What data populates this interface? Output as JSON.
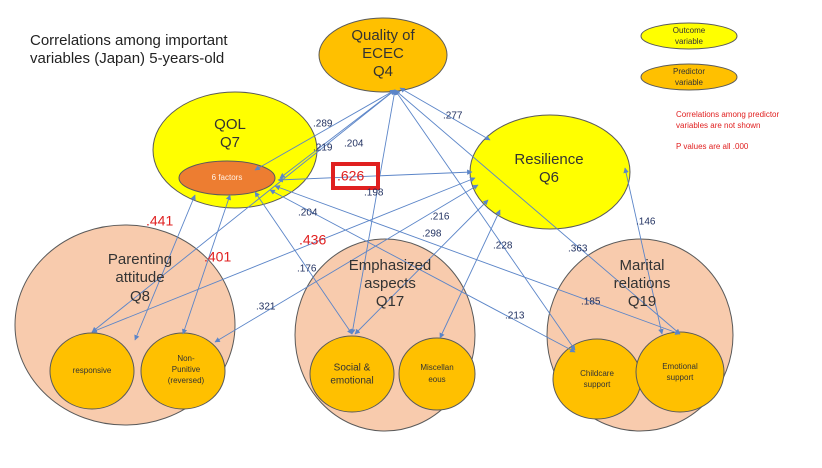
{
  "title_lines": [
    "Correlations among important",
    "variables (Japan) 5-years-old"
  ],
  "legend": {
    "outcome": [
      "Outcome",
      "variable"
    ],
    "predictor": [
      "Predictor",
      "variable"
    ]
  },
  "notes": [
    "Correlations among predictor",
    "variables are not shown",
    "P values are all .000"
  ],
  "nodes": {
    "qecec": [
      "Quality of",
      "ECEC",
      "Q4"
    ],
    "qol": [
      "QOL",
      "Q7"
    ],
    "factors": "6 factors",
    "resilience": [
      "Resilience",
      "Q6"
    ],
    "parenting": [
      "Parenting",
      "attitude",
      "Q8"
    ],
    "emphasized": [
      "Emphasized",
      "aspects",
      "Q17"
    ],
    "marital": [
      "Marital",
      "relations",
      "Q19"
    ],
    "responsive": "responsive",
    "nonpunitive": [
      "Non-",
      "Punitive",
      "(reversed)"
    ],
    "social": [
      "Social &",
      "emotional"
    ],
    "misc": [
      "Miscellan",
      "eous"
    ],
    "childcare": [
      "Childcare",
      "support"
    ],
    "emotional": [
      "Emotional",
      "support"
    ]
  },
  "coefficients": {
    "c289": ".289",
    "c204a": ".204",
    "c219": ".219",
    "c277": ".277",
    "c626": ".626",
    "c198": ".198",
    "c441": ".441",
    "c401": ".401",
    "c436": ".436",
    "c204b": ".204",
    "c216": ".216",
    "c298": ".298",
    "c228": ".228",
    "c363": ".363",
    "c146": ".146",
    "c176": ".176",
    "c321": ".321",
    "c213": ".213",
    "c185": ".185"
  },
  "colors": {
    "outcome_fill": "#ffff00",
    "predictor_fill": "#ffc000",
    "group_fill": "#f8cbad",
    "factor_fill": "#ed7d31",
    "arrow": "#5b85c8",
    "highlight_box": "#e02020"
  }
}
